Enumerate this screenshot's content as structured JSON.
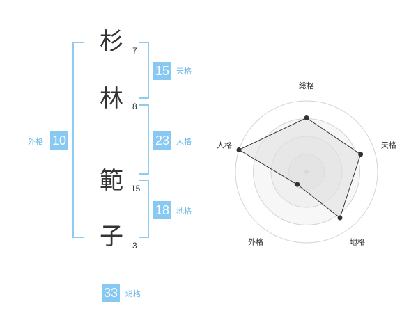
{
  "name_chars": [
    {
      "char": "杉",
      "strokes": "7"
    },
    {
      "char": "林",
      "strokes": "8"
    },
    {
      "char": "範",
      "strokes": "15"
    },
    {
      "char": "子",
      "strokes": "3"
    }
  ],
  "kaku": {
    "ten": {
      "value": "15",
      "label": "天格"
    },
    "jin": {
      "value": "23",
      "label": "人格"
    },
    "chi": {
      "value": "18",
      "label": "地格"
    },
    "gai": {
      "value": "10",
      "label": "外格"
    },
    "so": {
      "value": "33",
      "label": "総格"
    }
  },
  "colors": {
    "accent": "#87c9f2",
    "bracket": "#8fcbf0",
    "label": "#6bb8e8"
  },
  "chart_data": {
    "type": "radar",
    "axes": [
      "総格",
      "天格",
      "地格",
      "外格",
      "人格"
    ],
    "values": [
      0.76,
      0.8,
      0.8,
      0.22,
      1.0
    ],
    "rings": 4,
    "max": 1.0
  }
}
